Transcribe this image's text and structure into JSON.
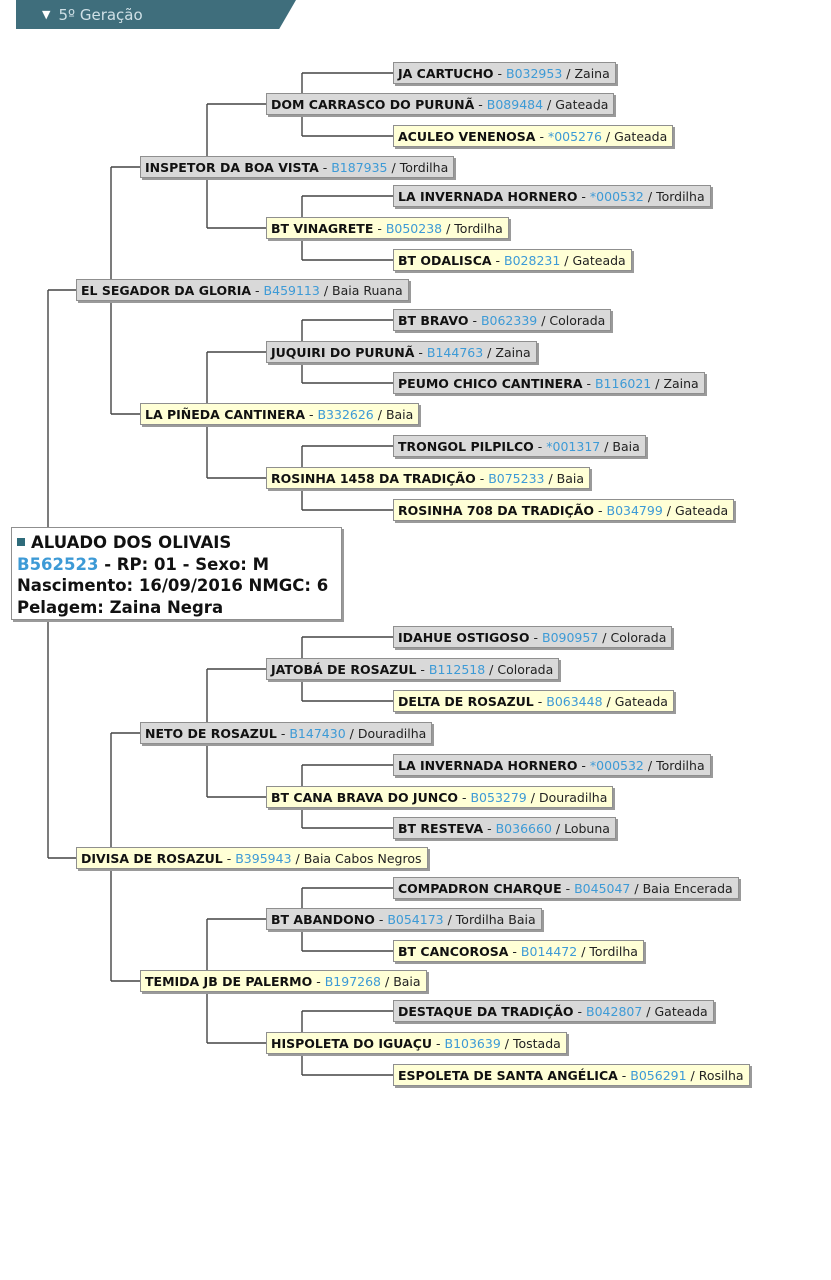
{
  "section": {
    "title": "5º Geração",
    "expanded": true
  },
  "colors": {
    "male": "#d9d9d9",
    "female": "#ffffd6",
    "registration": "#3d9ad6",
    "line": "#444444",
    "tab": "#3f6e7c"
  },
  "animal": {
    "name": "ALUADO DOS OLIVAIS",
    "registration": "B562523",
    "details": " - RP: 01 - Sexo: M",
    "birth": "Nascimento: 16/09/2016 NMGC: 6",
    "coat": "Pelagem: Zaina Negra"
  },
  "pedigree": [
    {
      "name": "JA CARTUCHO",
      "reg": "B032953",
      "coat": "Zaina"
    },
    {
      "name": "DOM CARRASCO DO PURUNÃ",
      "reg": "B089484",
      "coat": "Gateada"
    },
    {
      "name": "ACULEO VENENOSA",
      "reg": "*005276",
      "coat": "Gateada"
    },
    {
      "name": "INSPETOR DA BOA VISTA",
      "reg": "B187935",
      "coat": "Tordilha"
    },
    {
      "name": "LA INVERNADA HORNERO",
      "reg": "*000532",
      "coat": "Tordilha"
    },
    {
      "name": "BT VINAGRETE",
      "reg": "B050238",
      "coat": "Tordilha"
    },
    {
      "name": "BT ODALISCA",
      "reg": "B028231",
      "coat": "Gateada"
    },
    {
      "name": "EL SEGADOR DA GLORIA",
      "reg": "B459113",
      "coat": "Baia Ruana"
    },
    {
      "name": "BT BRAVO",
      "reg": "B062339",
      "coat": "Colorada"
    },
    {
      "name": "JUQUIRI DO PURUNÃ",
      "reg": "B144763",
      "coat": "Zaina"
    },
    {
      "name": "PEUMO CHICO CANTINERA",
      "reg": "B116021",
      "coat": "Zaina"
    },
    {
      "name": "LA PIÑEDA CANTINERA",
      "reg": "B332626",
      "coat": "Baia"
    },
    {
      "name": "TRONGOL PILPILCO",
      "reg": "*001317",
      "coat": "Baia"
    },
    {
      "name": "ROSINHA 1458 DA TRADIÇÃO",
      "reg": "B075233",
      "coat": "Baia"
    },
    {
      "name": "ROSINHA 708 DA TRADIÇÃO",
      "reg": "B034799",
      "coat": "Gateada"
    },
    {
      "name": "IDAHUE OSTIGOSO",
      "reg": "B090957",
      "coat": "Colorada"
    },
    {
      "name": "JATOBÁ DE ROSAZUL",
      "reg": "B112518",
      "coat": "Colorada"
    },
    {
      "name": "DELTA DE ROSAZUL",
      "reg": "B063448",
      "coat": "Gateada"
    },
    {
      "name": "NETO DE ROSAZUL",
      "reg": "B147430",
      "coat": "Douradilha"
    },
    {
      "name": "LA INVERNADA HORNERO",
      "reg": "*000532",
      "coat": "Tordilha"
    },
    {
      "name": "BT CANA BRAVA DO JUNCO",
      "reg": "B053279",
      "coat": "Douradilha"
    },
    {
      "name": "BT RESTEVA",
      "reg": "B036660",
      "coat": "Lobuna"
    },
    {
      "name": "DIVISA DE ROSAZUL",
      "reg": "B395943",
      "coat": "Baia Cabos Negros"
    },
    {
      "name": "COMPADRON CHARQUE",
      "reg": "B045047",
      "coat": "Baia Encerada"
    },
    {
      "name": "BT ABANDONO",
      "reg": "B054173",
      "coat": "Tordilha Baia"
    },
    {
      "name": "BT CANCOROSA",
      "reg": "B014472",
      "coat": "Tordilha"
    },
    {
      "name": "TEMIDA JB DE PALERMO",
      "reg": "B197268",
      "coat": "Baia"
    },
    {
      "name": "DESTAQUE DA TRADIÇÃO",
      "reg": "B042807",
      "coat": "Gateada"
    },
    {
      "name": "HISPOLETA DO IGUAÇU",
      "reg": "B103639",
      "coat": "Tostada"
    },
    {
      "name": "ESPOLETA DE SANTA ANGÉLICA",
      "reg": "B056291",
      "coat": "Rosilha"
    }
  ],
  "sex": [
    "male",
    "male",
    "female",
    "male",
    "male",
    "female",
    "female",
    "male",
    "male",
    "male",
    "male",
    "female",
    "male",
    "female",
    "female",
    "male",
    "male",
    "female",
    "male",
    "male",
    "female",
    "male",
    "female",
    "male",
    "male",
    "female",
    "female",
    "male",
    "female",
    "female"
  ]
}
